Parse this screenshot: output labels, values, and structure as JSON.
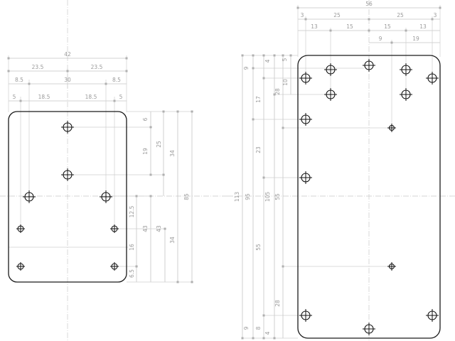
{
  "left_plate": {
    "horizontal_dims": {
      "overall": "42",
      "half_left": "23.5",
      "half_right": "23.5",
      "edge_left": "8.5",
      "center_span": "30",
      "edge_right": "8.5",
      "margin_left": "5",
      "inner_left": "18.5",
      "inner_right": "18.5",
      "margin_right": "5"
    },
    "vertical_dims": {
      "top_offset": "6",
      "first_gap": "19",
      "second_gap": "25",
      "to_pair": "34",
      "overall": "85",
      "mid_gap": "12.5",
      "lower_a": "43",
      "lower_b": "43",
      "bottom_span": "34",
      "small_gap": "16",
      "bottom_margin": "6.5"
    }
  },
  "right_plate": {
    "horizontal_dims": {
      "overall": "56",
      "margin_left": "3",
      "left_half": "25",
      "right_half": "25",
      "margin_right": "3",
      "row2_a": "13",
      "row2_b": "15",
      "row2_c": "15",
      "row2_d": "13",
      "row3_a": "9",
      "row3_b": "19"
    },
    "vertical_dims": {
      "top_small": "9",
      "top_a": "4",
      "top_b": "5",
      "upper_gap": "17",
      "upper_pair": "28",
      "small_offset": "10",
      "mid_span": "23",
      "overall": "113",
      "span_95": "95",
      "span_105": "105",
      "span_55a": "55",
      "span_55b": "55",
      "lower_pair": "28",
      "bottom_small": "9",
      "bottom_a": "8",
      "bottom_b": "4"
    }
  }
}
